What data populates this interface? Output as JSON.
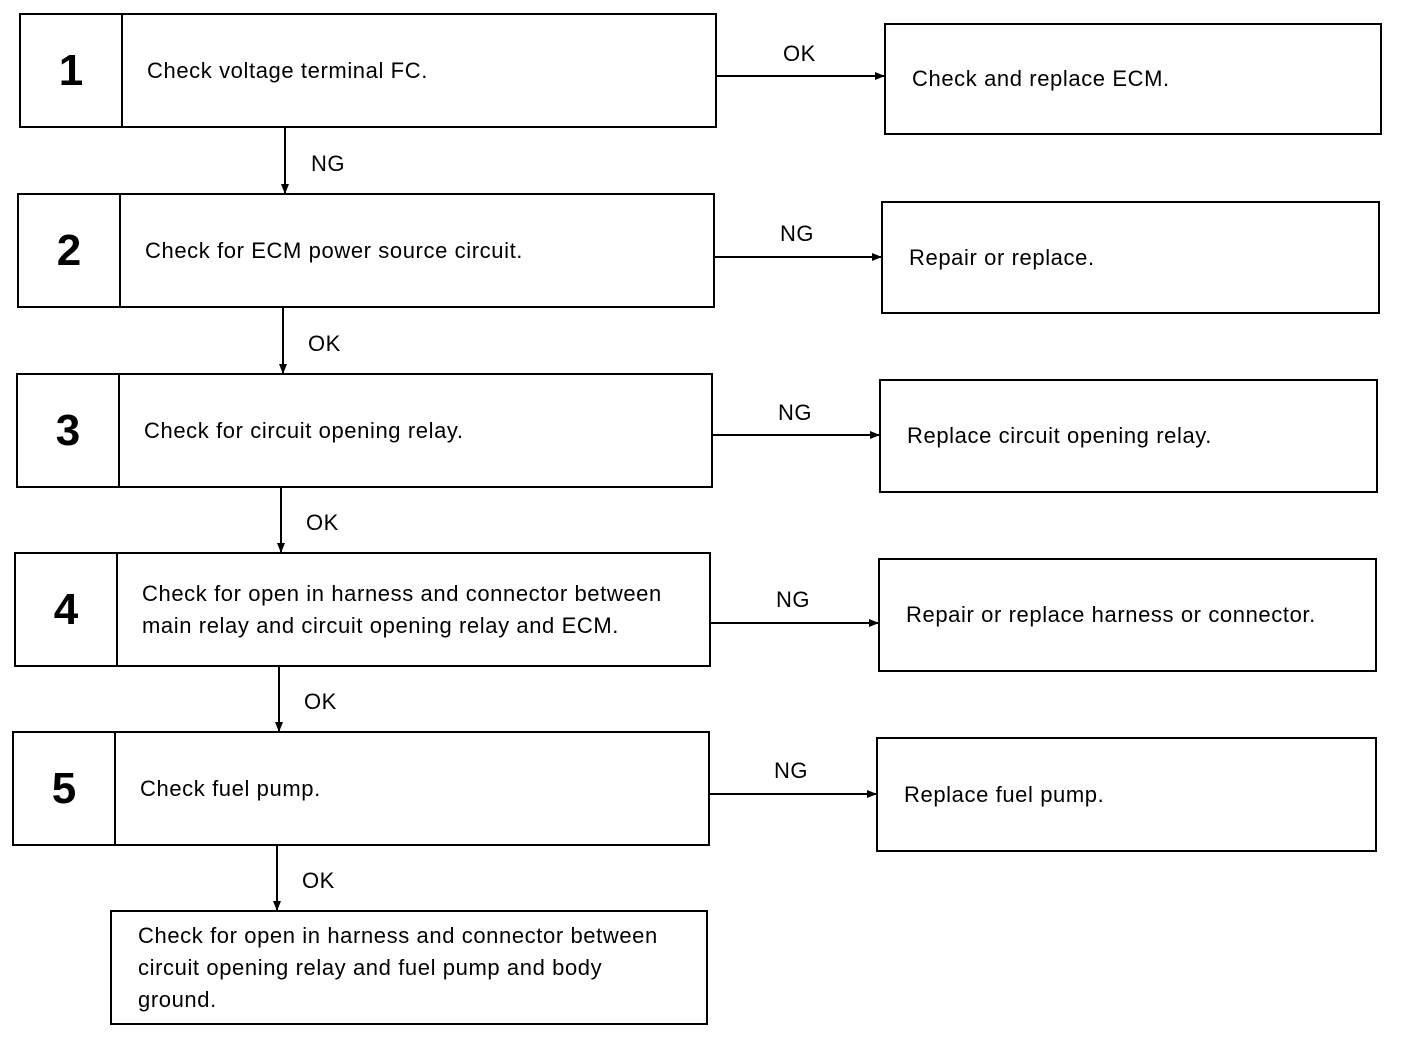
{
  "steps": [
    {
      "number": "1",
      "text": "Check voltage terminal FC.",
      "branch_label": "OK",
      "branch_result": "Check and replace ECM.",
      "next_label": "NG"
    },
    {
      "number": "2",
      "text": "Check for ECM power source circuit.",
      "branch_label": "NG",
      "branch_result": "Repair or replace.",
      "next_label": "OK"
    },
    {
      "number": "3",
      "text": "Check for circuit opening relay.",
      "branch_label": "NG",
      "branch_result": "Replace circuit opening relay.",
      "next_label": "OK"
    },
    {
      "number": "4",
      "text": "Check for open in harness and connector between main relay and circuit opening relay and ECM.",
      "branch_label": "NG",
      "branch_result": "Repair or replace harness or connector.",
      "next_label": "OK"
    },
    {
      "number": "5",
      "text": "Check fuel pump.",
      "branch_label": "NG",
      "branch_result": "Replace fuel pump.",
      "next_label": "OK"
    }
  ],
  "final": {
    "text": "Check for open in harness and connector between circuit opening relay and fuel pump and body ground."
  }
}
